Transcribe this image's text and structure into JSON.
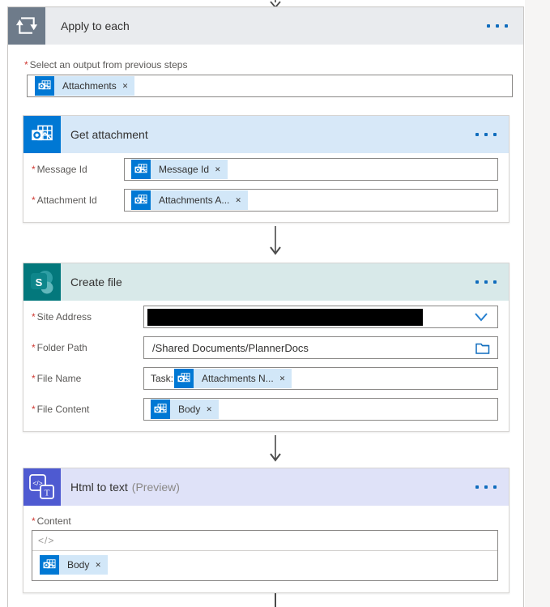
{
  "colors": {
    "outlook_blue": "#0078d4",
    "sharepoint_teal": "#03787c",
    "html_to_text_indigo": "#4e5ad1",
    "scope_gray": "#6e7b8a",
    "accent_blue": "#0f6cbd",
    "token_bg": "#d2e7f8",
    "required_red": "#cf3932"
  },
  "glyphs": {
    "close": "✕",
    "required": "*",
    "code": "</>",
    "t": "T"
  },
  "scope": {
    "title": "Apply to each",
    "output": {
      "label": "Select an output from previous steps",
      "token": "Attachments"
    }
  },
  "get_attachment": {
    "title": "Get attachment",
    "fields": [
      {
        "label": "Message Id",
        "token": "Message Id"
      },
      {
        "label": "Attachment Id",
        "token": "Attachments A..."
      }
    ]
  },
  "create_file": {
    "title": "Create file",
    "site_address": {
      "label": "Site Address"
    },
    "folder_path": {
      "label": "Folder Path",
      "value": "/Shared Documents/PlannerDocs"
    },
    "file_name": {
      "label": "File Name",
      "prefix": "Task:",
      "token": "Attachments N..."
    },
    "file_content": {
      "label": "File Content",
      "token": "Body"
    }
  },
  "html_to_text": {
    "title": "Html to text",
    "suffix": "(Preview)",
    "content": {
      "label": "Content",
      "token": "Body"
    }
  }
}
